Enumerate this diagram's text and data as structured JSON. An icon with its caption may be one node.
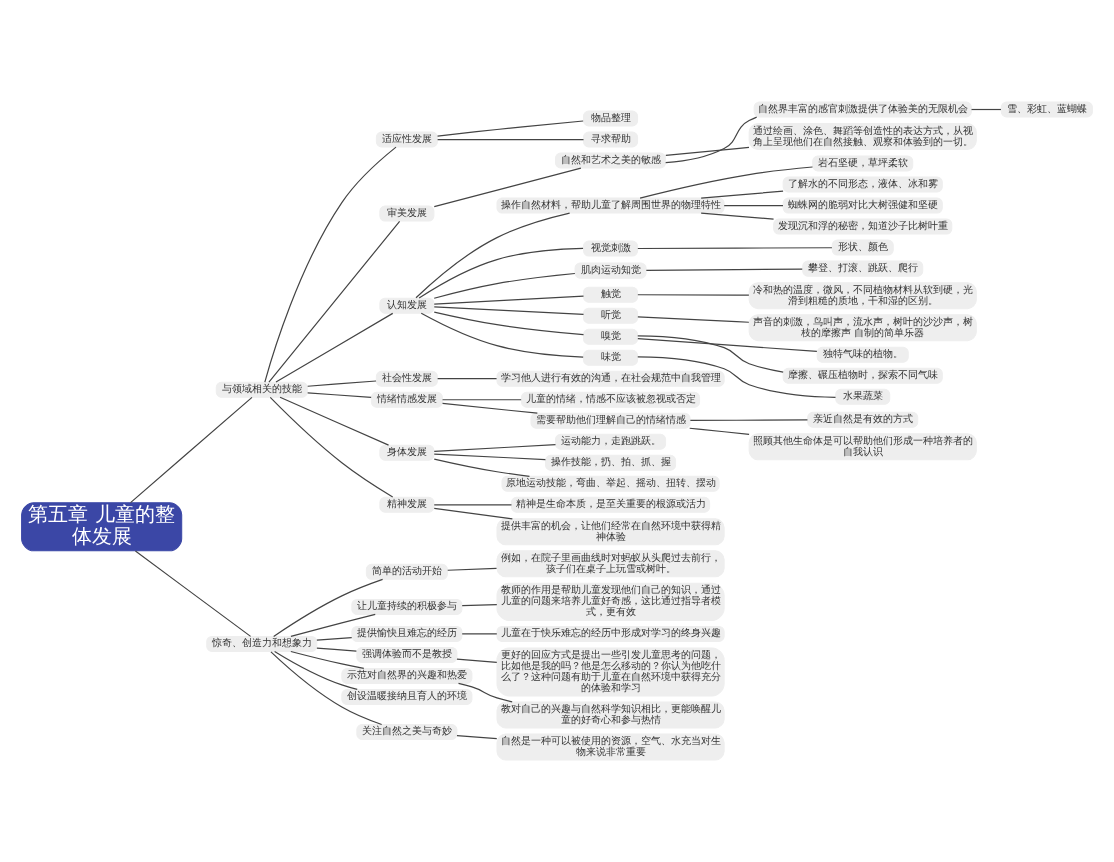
{
  "diagram": {
    "nodes": [
      {
        "text": [
          "第五章 儿童的整体发展"
        ]
      },
      {
        "text": [
          "与领域相关的技能"
        ]
      },
      {
        "text": [
          "适应性发展"
        ]
      },
      {
        "text": [
          "物品整理"
        ]
      },
      {
        "text": [
          "寻求帮助"
        ]
      },
      {
        "text": [
          "审美发展"
        ]
      },
      {
        "text": [
          "自然和艺术之美的敏感"
        ]
      },
      {
        "text": [
          "自然界丰富的感官刺激提供了体验美的无限机会"
        ]
      },
      {
        "text": [
          "雪、彩虹、蓝蝴蝶"
        ]
      },
      {
        "text": [
          "通过绘画、涂色、舞蹈等创造性的表达方式，从视角上呈现他们在自然接触、观察和体验到的一切。"
        ]
      },
      {
        "text": [
          "认知发展"
        ]
      },
      {
        "text": [
          "操作自然材料，帮助儿童了解周围世界的物理特性"
        ]
      },
      {
        "text": [
          "岩石坚硬，草坪柔软"
        ]
      },
      {
        "text": [
          "了解水的不同形态，液体、冰和雾"
        ]
      },
      {
        "text": [
          "蜘蛛网的脆弱对比大树强健和坚硬"
        ]
      },
      {
        "text": [
          "发现沉和浮的秘密，知道沙子比树叶重"
        ]
      },
      {
        "text": [
          "视觉刺激"
        ]
      },
      {
        "text": [
          "形状、颜色"
        ]
      },
      {
        "text": [
          "肌肉运动知觉"
        ]
      },
      {
        "text": [
          "攀登、打滚、跳跃、爬行"
        ]
      },
      {
        "text": [
          "触觉"
        ]
      },
      {
        "text": [
          "冷和热的温度，微风，不同植物材料从软到硬，光滑到粗糙的质地，干和湿的区别。"
        ]
      },
      {
        "text": [
          "听觉"
        ]
      },
      {
        "text": [
          "声音的刺激，鸟叫声，流水声，树叶的沙沙声，树枝的摩擦声 自制的简单乐器"
        ]
      },
      {
        "text": [
          "嗅觉"
        ]
      },
      {
        "text": [
          "独特气味的植物。"
        ]
      },
      {
        "text": [
          "摩擦、碾压植物时，探索不同气味"
        ]
      },
      {
        "text": [
          "味觉"
        ]
      },
      {
        "text": [
          "水果蔬菜"
        ]
      },
      {
        "text": [
          "社会性发展"
        ]
      },
      {
        "text": [
          "学习他人进行有效的沟通，在社会规范中自我管理"
        ]
      },
      {
        "text": [
          "情绪情感发展"
        ]
      },
      {
        "text": [
          "儿童的情绪，情感不应该被忽视或否定"
        ]
      },
      {
        "text": [
          "需要帮助他们理解自己的情绪情感"
        ]
      },
      {
        "text": [
          "亲近自然是有效的方式"
        ]
      },
      {
        "text": [
          "照顾其他生命体是可以帮助他们形成一种培养者的自我认识"
        ]
      },
      {
        "text": [
          "身体发展"
        ]
      },
      {
        "text": [
          "运动能力，走跑跳跃。"
        ]
      },
      {
        "text": [
          "操作技能，扔、拍、抓、握"
        ]
      },
      {
        "text": [
          "原地运动技能，弯曲、举起、摇动、扭转、摆动"
        ]
      },
      {
        "text": [
          "精神发展"
        ]
      },
      {
        "text": [
          "精神是生命本质，是至关重要的根源或活力"
        ]
      },
      {
        "text": [
          "提供丰富的机会，让他们经常在自然环境中获得精神体验"
        ]
      },
      {
        "text": [
          "惊奇、创造力和想象力"
        ]
      },
      {
        "text": [
          "简单的活动开始"
        ]
      },
      {
        "text": [
          "例如，在院子里画曲线时对蚂蚁从头爬过去前行，孩子们在桌子上玩雪或树叶。"
        ]
      },
      {
        "text": [
          "让儿童持续的积极参与"
        ]
      },
      {
        "text": [
          "教师的作用是帮助儿童发现他们自己的知识，通过儿童的问题来培养儿童好奇感，这比通过指导者模式，更有效"
        ]
      },
      {
        "text": [
          "提供愉快且难忘的经历"
        ]
      },
      {
        "text": [
          "儿童在于快乐难忘的经历中形成对学习的终身兴趣"
        ]
      },
      {
        "text": [
          "强调体验而不是教授"
        ]
      },
      {
        "text": [
          "更好的回应方式是提出一些引发儿童思考的问题，比如他是我的吗？他是怎么移动的？你认为他吃什么了？这种问题有助于儿童在自然环境中获得充分的体验和学习"
        ]
      },
      {
        "text": [
          "示范对自然界的兴趣和热爱"
        ]
      },
      {
        "text": [
          "教对自己的兴趣与自然科学知识相比，更能唤醒儿童的好奇心和参与热情"
        ]
      },
      {
        "text": [
          "创设温暖接纳且育人的环境"
        ]
      },
      {
        "text": [
          "关注自然之美与奇妙"
        ]
      },
      {
        "text": [
          "自然是一种可以被使用的资源，空气、水充当对生物来说非常重要"
        ]
      }
    ],
    "edges": [
      {
        "from": 0,
        "to": 1,
        "arrow": "none"
      },
      {
        "from": 1,
        "to": 2,
        "arrow": "none"
      },
      {
        "from": 2,
        "to": 3,
        "arrow": "none"
      },
      {
        "from": 2,
        "to": 4,
        "arrow": "none"
      },
      {
        "from": 1,
        "to": 5,
        "arrow": "none"
      },
      {
        "from": 5,
        "to": 6,
        "arrow": "none"
      },
      {
        "from": 6,
        "to": 7,
        "arrow": "none"
      },
      {
        "from": 7,
        "to": 8,
        "arrow": "none"
      },
      {
        "from": 6,
        "to": 9,
        "arrow": "none"
      },
      {
        "from": 1,
        "to": 10,
        "arrow": "none"
      },
      {
        "from": 10,
        "to": 11,
        "arrow": "none"
      },
      {
        "from": 11,
        "to": 12,
        "arrow": "none"
      },
      {
        "from": 11,
        "to": 13,
        "arrow": "none"
      },
      {
        "from": 11,
        "to": 14,
        "arrow": "none"
      },
      {
        "from": 11,
        "to": 15,
        "arrow": "none"
      },
      {
        "from": 10,
        "to": 16,
        "arrow": "none"
      },
      {
        "from": 16,
        "to": 17,
        "arrow": "none"
      },
      {
        "from": 10,
        "to": 18,
        "arrow": "none"
      },
      {
        "from": 18,
        "to": 19,
        "arrow": "none"
      },
      {
        "from": 10,
        "to": 20,
        "arrow": "none"
      },
      {
        "from": 20,
        "to": 21,
        "arrow": "none"
      },
      {
        "from": 10,
        "to": 22,
        "arrow": "none"
      },
      {
        "from": 22,
        "to": 23,
        "arrow": "none"
      },
      {
        "from": 10,
        "to": 24,
        "arrow": "none"
      },
      {
        "from": 24,
        "to": 25,
        "arrow": "none"
      },
      {
        "from": 24,
        "to": 26,
        "arrow": "none"
      },
      {
        "from": 10,
        "to": 27,
        "arrow": "none"
      },
      {
        "from": 27,
        "to": 28,
        "arrow": "none"
      },
      {
        "from": 1,
        "to": 29,
        "arrow": "none"
      },
      {
        "from": 29,
        "to": 30,
        "arrow": "none"
      },
      {
        "from": 1,
        "to": 31,
        "arrow": "none"
      },
      {
        "from": 31,
        "to": 32,
        "arrow": "none"
      },
      {
        "from": 31,
        "to": 33,
        "arrow": "none"
      },
      {
        "from": 33,
        "to": 34,
        "arrow": "none"
      },
      {
        "from": 33,
        "to": 35,
        "arrow": "none"
      },
      {
        "from": 1,
        "to": 36,
        "arrow": "none"
      },
      {
        "from": 36,
        "to": 37,
        "arrow": "none"
      },
      {
        "from": 36,
        "to": 38,
        "arrow": "none"
      },
      {
        "from": 36,
        "to": 39,
        "arrow": "none"
      },
      {
        "from": 1,
        "to": 40,
        "arrow": "none"
      },
      {
        "from": 40,
        "to": 41,
        "arrow": "none"
      },
      {
        "from": 40,
        "to": 42,
        "arrow": "none"
      },
      {
        "from": 0,
        "to": 43,
        "arrow": "none"
      },
      {
        "from": 43,
        "to": 44,
        "arrow": "none"
      },
      {
        "from": 44,
        "to": 45,
        "arrow": "none"
      },
      {
        "from": 43,
        "to": 46,
        "arrow": "none"
      },
      {
        "from": 46,
        "to": 47,
        "arrow": "none"
      },
      {
        "from": 43,
        "to": 48,
        "arrow": "none"
      },
      {
        "from": 48,
        "to": 49,
        "arrow": "none"
      },
      {
        "from": 43,
        "to": 50,
        "arrow": "none"
      },
      {
        "from": 50,
        "to": 51,
        "arrow": "none"
      },
      {
        "from": 43,
        "to": 52,
        "arrow": "none"
      },
      {
        "from": 52,
        "to": 53,
        "arrow": "none"
      },
      {
        "from": 43,
        "to": 54,
        "arrow": "none"
      },
      {
        "from": 43,
        "to": 55,
        "arrow": "none"
      },
      {
        "from": 55,
        "to": 56,
        "arrow": "none"
      }
    ]
  }
}
